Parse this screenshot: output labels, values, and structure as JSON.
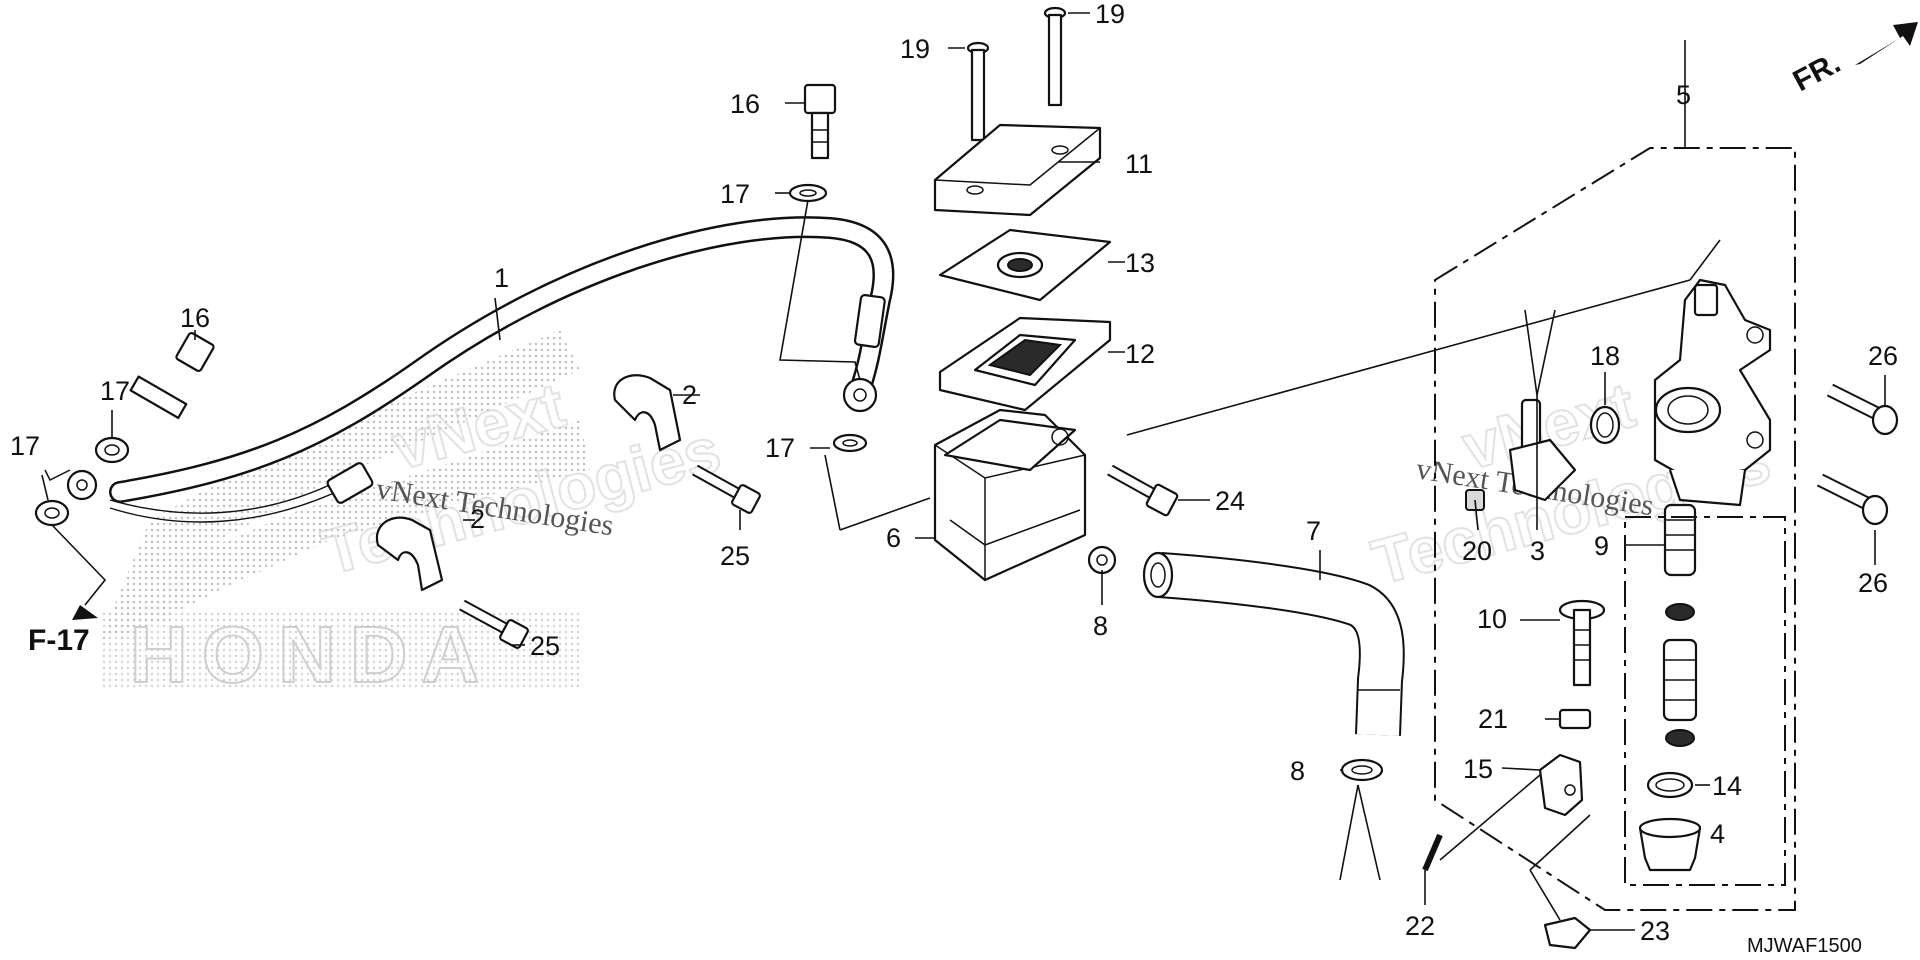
{
  "diagram": {
    "reference_label": "F-17",
    "diagram_code": "MJWAF1500",
    "front_indicator": "FR.",
    "watermark": {
      "brand": "HONDA",
      "text_1": "vNext Technologies",
      "text_2": "vNext Technologies"
    },
    "callouts": {
      "c1": "1",
      "c2a": "2",
      "c2b": "2",
      "c3": "3",
      "c4": "4",
      "c5": "5",
      "c6": "6",
      "c7": "7",
      "c8a": "8",
      "c8b": "8",
      "c9": "9",
      "c10": "10",
      "c11": "11",
      "c12": "12",
      "c13": "13",
      "c14": "14",
      "c15": "15",
      "c16a": "16",
      "c16b": "16",
      "c17a": "17",
      "c17b": "17",
      "c17c": "17",
      "c17d": "17",
      "c18": "18",
      "c19a": "19",
      "c19b": "19",
      "c20": "20",
      "c21": "21",
      "c22": "22",
      "c23": "23",
      "c24": "24",
      "c25a": "25",
      "c25b": "25",
      "c26a": "26",
      "c26b": "26"
    }
  }
}
